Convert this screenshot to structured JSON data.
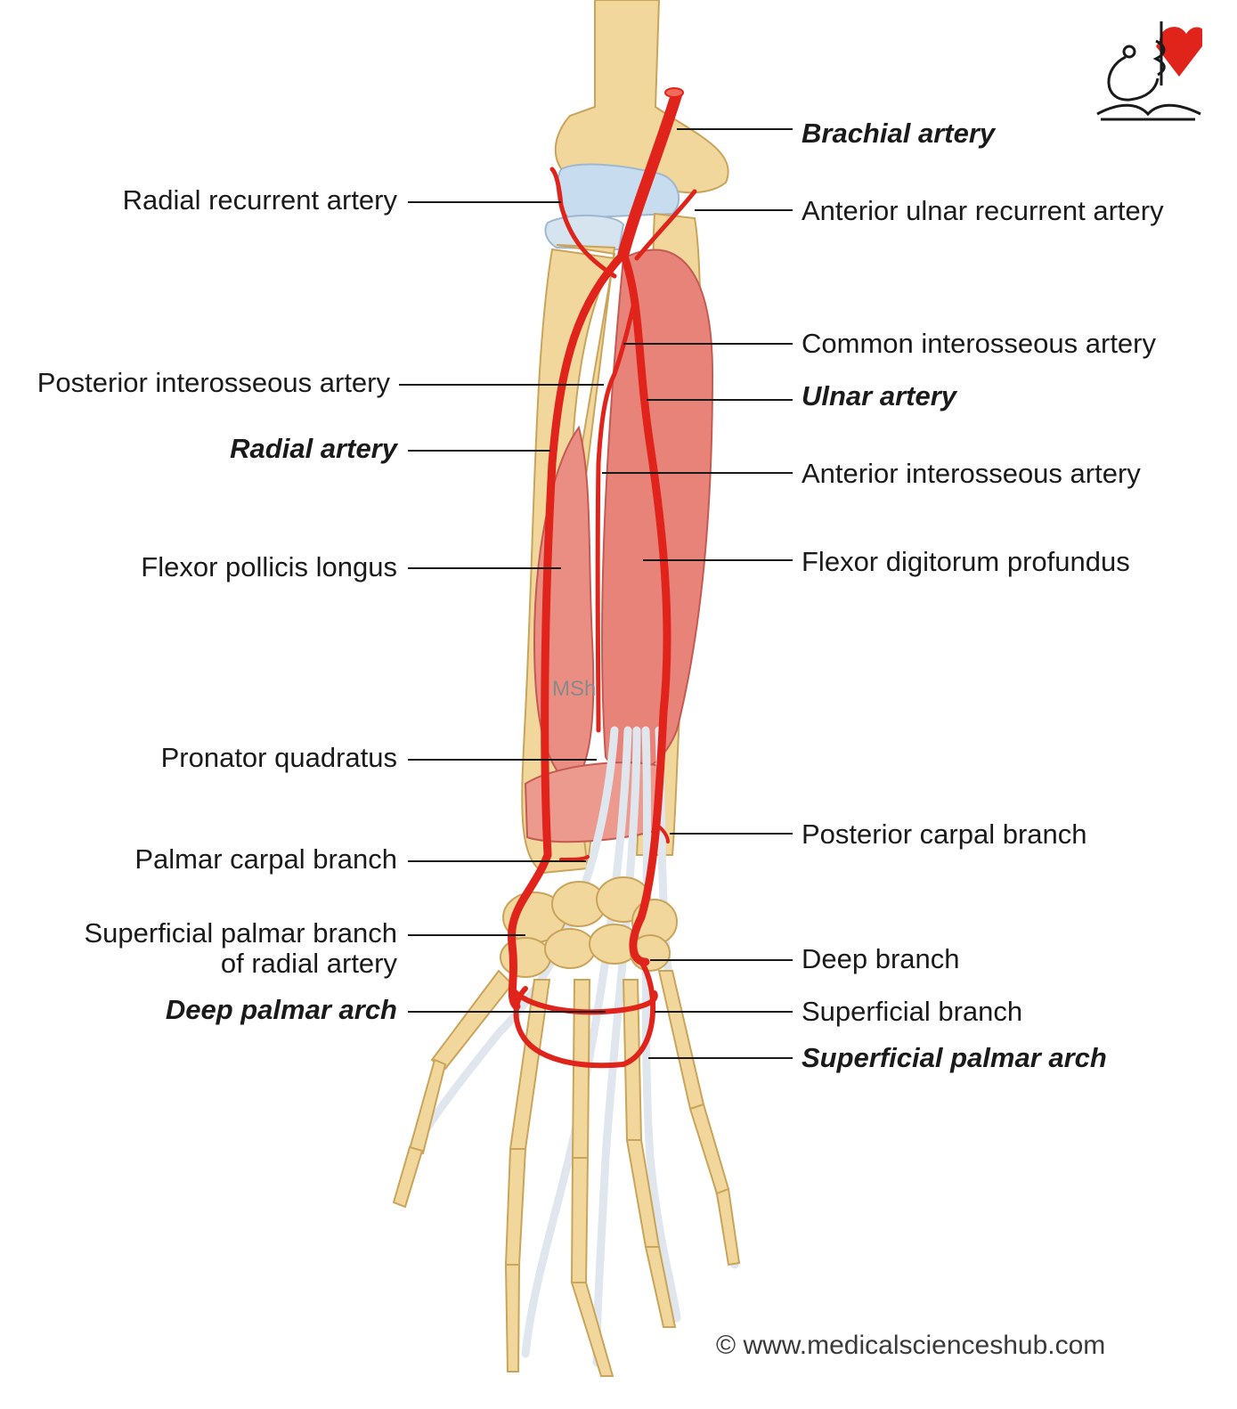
{
  "diagram": {
    "labels_left": [
      {
        "id": "radial-recurrent-artery",
        "text": "Radial recurrent artery",
        "bold": false
      },
      {
        "id": "posterior-interosseous-artery",
        "text": "Posterior interosseous artery",
        "bold": false
      },
      {
        "id": "radial-artery",
        "text": "Radial artery",
        "bold": true
      },
      {
        "id": "flexor-pollicis-longus",
        "text": "Flexor pollicis longus",
        "bold": false
      },
      {
        "id": "pronator-quadratus",
        "text": "Pronator quadratus",
        "bold": false
      },
      {
        "id": "palmar-carpal-branch",
        "text": "Palmar carpal branch",
        "bold": false
      },
      {
        "id": "superficial-palmar-branch",
        "text": "Superficial palmar branch",
        "text2": "of radial artery",
        "bold": false
      },
      {
        "id": "deep-palmar-arch",
        "text": "Deep palmar arch",
        "bold": true
      }
    ],
    "labels_right": [
      {
        "id": "brachial-artery",
        "text": "Brachial artery",
        "bold": true
      },
      {
        "id": "anterior-ulnar-recurrent-artery",
        "text": "Anterior ulnar recurrent artery",
        "bold": false
      },
      {
        "id": "common-interosseous-artery",
        "text": "Common interosseous artery",
        "bold": false
      },
      {
        "id": "ulnar-artery",
        "text": "Ulnar artery",
        "bold": true
      },
      {
        "id": "anterior-interosseous-artery",
        "text": "Anterior interosseous artery",
        "bold": false
      },
      {
        "id": "flexor-digitorum-profundus",
        "text": "Flexor digitorum profundus",
        "bold": false
      },
      {
        "id": "posterior-carpal-branch",
        "text": "Posterior carpal branch",
        "bold": false
      },
      {
        "id": "deep-branch",
        "text": "Deep branch",
        "bold": false
      },
      {
        "id": "superficial-branch",
        "text": "Superficial branch",
        "bold": false
      },
      {
        "id": "superficial-palmar-arch",
        "text": "Superficial palmar arch",
        "bold": true
      }
    ],
    "watermark": "MSh",
    "copyright": "© www.medicalscienceshub.com",
    "colors": {
      "artery": "#e0241b",
      "artery_highlight": "#f26a5a",
      "bone": "#f1d79c",
      "bone_shadow": "#d8b56b",
      "muscle": "#e8837a",
      "muscle_light": "#f2b2a6",
      "tendon": "#dfe6ee",
      "cartilage": "#c7dcee",
      "leader": "#1a1a1a"
    }
  }
}
